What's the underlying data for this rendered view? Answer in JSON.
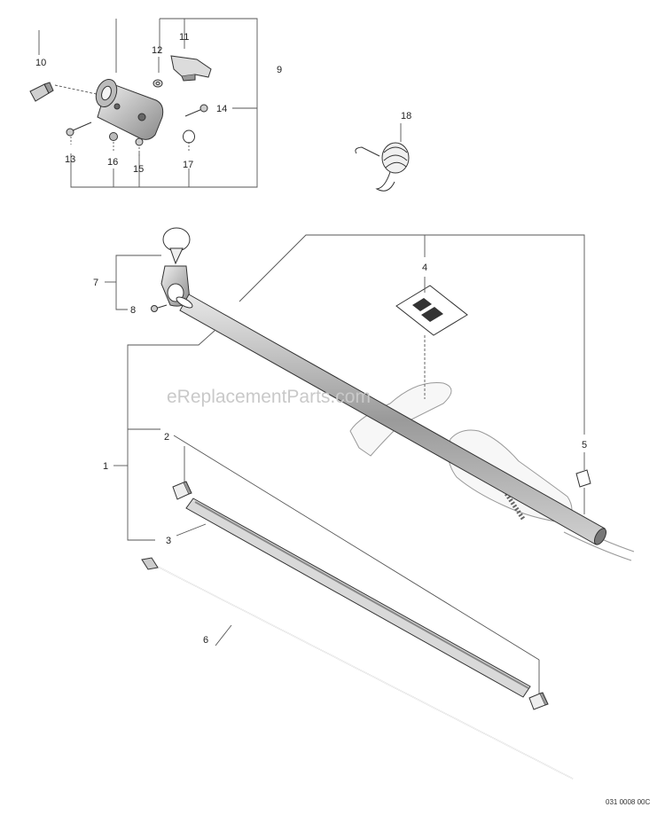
{
  "watermark": "eReplacementParts.com",
  "drawing_code": "031 0008 00C",
  "callouts": [
    "1",
    "2",
    "3",
    "4",
    "5",
    "6",
    "7",
    "8",
    "9",
    "10",
    "11",
    "12",
    "13",
    "14",
    "15",
    "16",
    "17",
    "18"
  ]
}
